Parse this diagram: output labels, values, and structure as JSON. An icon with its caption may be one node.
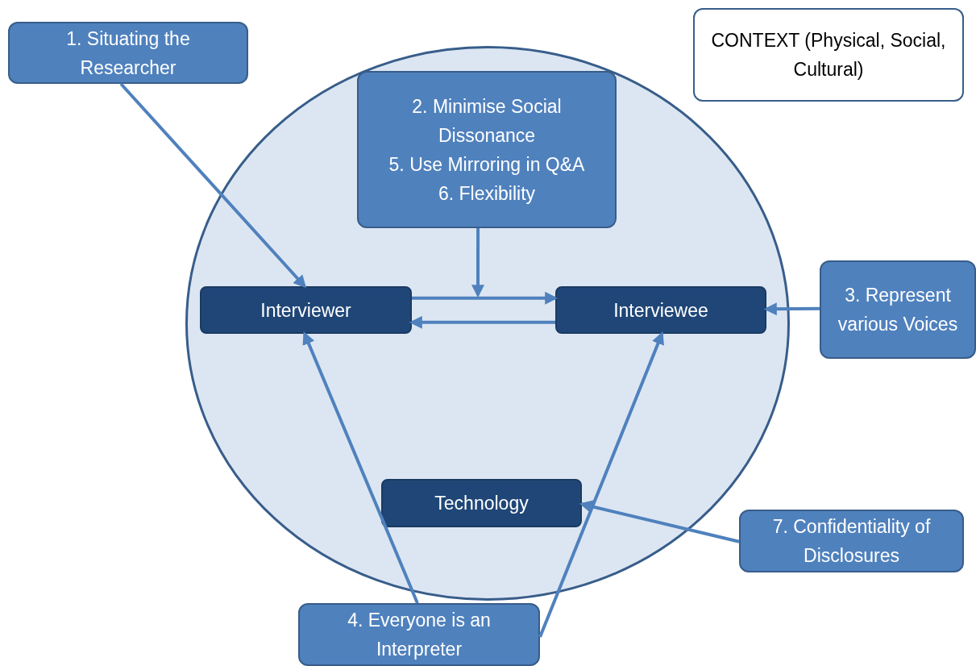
{
  "diagram": {
    "nodes": [
      {
        "text": [],
        "shape": "circle"
      },
      {
        "text": [
          "1. Situating the Researcher"
        ]
      },
      {
        "text": [
          "CONTEXT (Physical, Social, Cultural)"
        ]
      },
      {
        "text": [
          "2. Minimise Social Dissonance",
          "5. Use Mirroring in Q&A",
          "6. Flexibility"
        ],
        "in": 0
      },
      {
        "text": [
          "Interviewer"
        ],
        "in": 0
      },
      {
        "text": [
          "Interviewee"
        ],
        "in": 0
      },
      {
        "text": [
          "3. Represent various Voices"
        ]
      },
      {
        "text": [
          "Technology"
        ],
        "in": 0
      },
      {
        "text": [
          "7. Confidentiality of Disclosures"
        ]
      },
      {
        "text": [
          "4. Everyone is an Interpreter"
        ]
      }
    ],
    "edges": [
      {
        "from": 1,
        "to": 4,
        "arrow": "to"
      },
      {
        "from": 3,
        "to": null,
        "arrow": "to"
      },
      {
        "from": 4,
        "to": 5,
        "arrow": "to"
      },
      {
        "from": 5,
        "to": 4,
        "arrow": "to"
      },
      {
        "from": 6,
        "to": 5,
        "arrow": "to"
      },
      {
        "from": 9,
        "to": 4,
        "arrow": "to"
      },
      {
        "from": 9,
        "to": 5,
        "arrow": "to"
      },
      {
        "from": 8,
        "to": 7,
        "arrow": "to"
      }
    ]
  }
}
